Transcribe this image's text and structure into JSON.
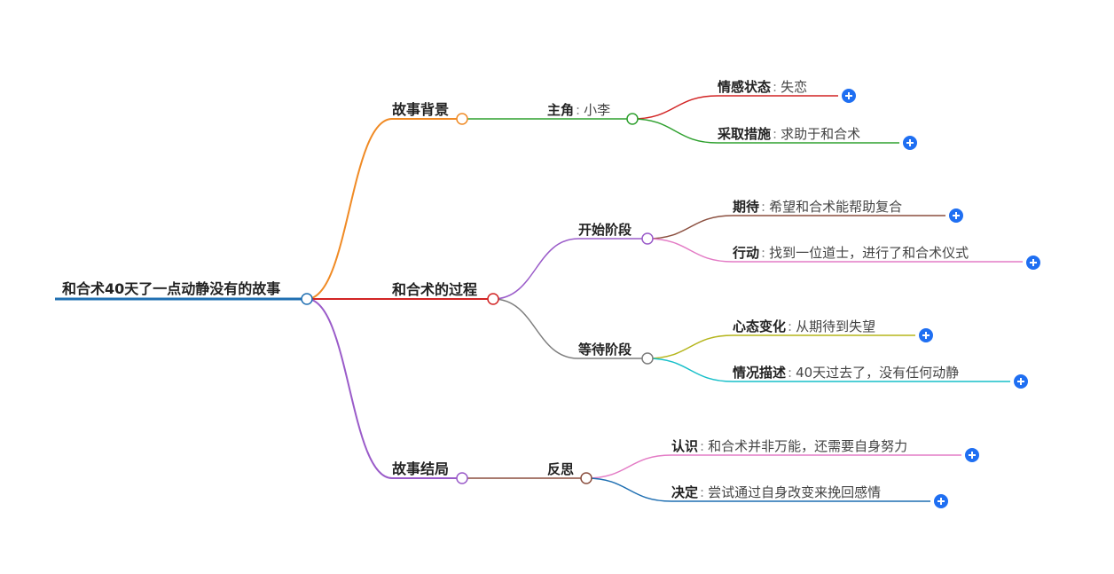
{
  "root": "和合术40天了一点动静没有的故事",
  "colors": {
    "root": "#1f6fb2",
    "bg_branch": "#f08a24",
    "process_branch": "#d22424",
    "ending_branch": "#9a5bc9",
    "protagonist": "#2ea02e",
    "emotion": "#d22424",
    "measure": "#2ea02e",
    "start": "#9a5bc9",
    "expect": "#8b4f3f",
    "action": "#e37bc5",
    "wait": "#7d7d7d",
    "mood": "#b5b51c",
    "situation": "#17bfc9",
    "reflect": "#8b4f3f",
    "cognition": "#e37bc5",
    "decision": "#1f6fb2",
    "plus": "#1f6ff2"
  },
  "branches": [
    {
      "label": "故事背景",
      "children": [
        {
          "label": "主角",
          "value": "小李",
          "children": [
            {
              "label": "情感状态",
              "value": "失恋"
            },
            {
              "label": "采取措施",
              "value": "求助于和合术"
            }
          ]
        }
      ]
    },
    {
      "label": "和合术的过程",
      "children": [
        {
          "label": "开始阶段",
          "children": [
            {
              "label": "期待",
              "value": "希望和合术能帮助复合"
            },
            {
              "label": "行动",
              "value": "找到一位道士，进行了和合术仪式"
            }
          ]
        },
        {
          "label": "等待阶段",
          "children": [
            {
              "label": "心态变化",
              "value": "从期待到失望"
            },
            {
              "label": "情况描述",
              "value": "40天过去了，没有任何动静"
            }
          ]
        }
      ]
    },
    {
      "label": "故事结局",
      "children": [
        {
          "label": "反思",
          "children": [
            {
              "label": "认识",
              "value": "和合术并非万能，还需要自身努力"
            },
            {
              "label": "决定",
              "value": "尝试通过自身改变来挽回感情"
            }
          ]
        }
      ]
    }
  ]
}
